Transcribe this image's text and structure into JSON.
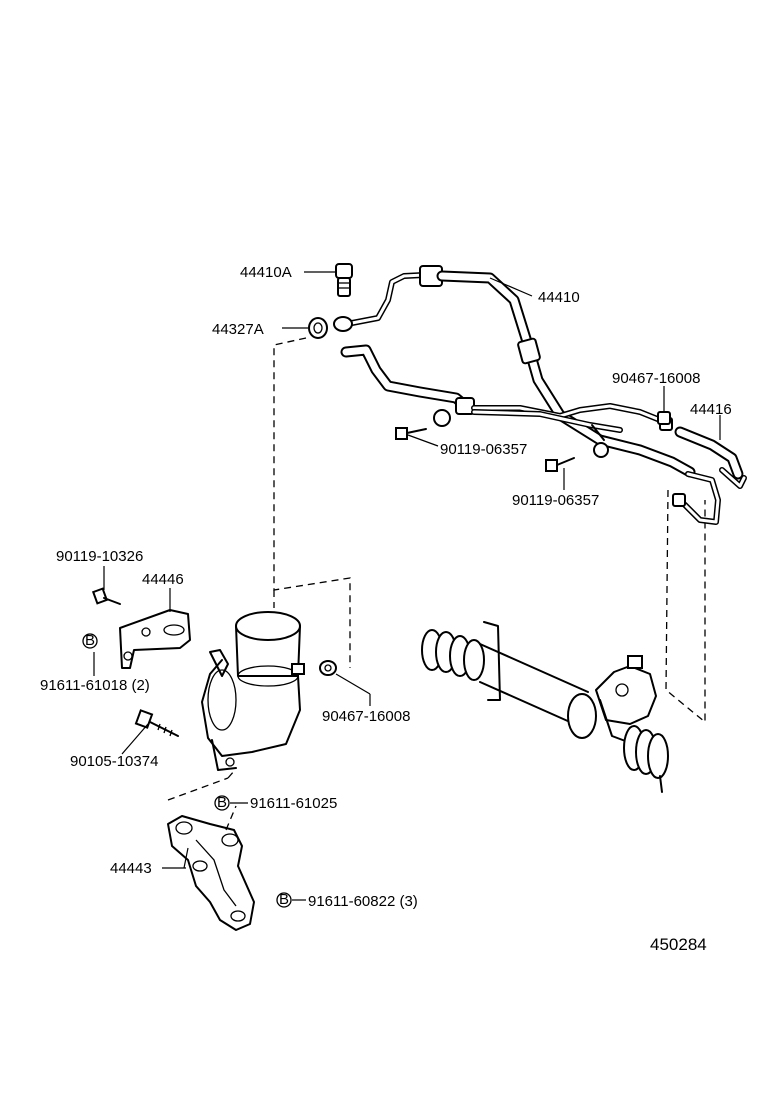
{
  "diagram_id": "450284",
  "labels": {
    "hose_banjo_bolt": "44410A",
    "gasket": "44327A",
    "pressure_hose": "44410",
    "clip_upper": "90467-16008",
    "return_tube": "44416",
    "bolt_hose_1": "90119-06357",
    "bolt_hose_2": "90119-06357",
    "bolt_bracket": "90119-10326",
    "bracket_upper": "44446",
    "stud_bolt_bracket": "91611-61018 (2)",
    "clip_pump": "90467-16008",
    "bolt_pump": "90105-10374",
    "stud_bolt_1": "91611-61025",
    "bracket_lower": "44443",
    "stud_bolt_2": "91611-60822 (3)"
  },
  "icons": {
    "stud_marker": "B"
  }
}
